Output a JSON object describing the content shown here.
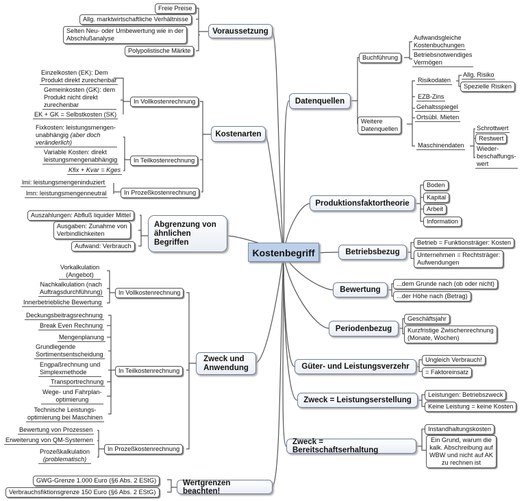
{
  "center": "Kostenbegriff",
  "left": {
    "voraussetzung": {
      "title": "Voraussetzung",
      "items": [
        "Freie Preise",
        "Allg. marktwirtschaftliche Verhältnisse",
        "Selten Neu- oder Umbewertung wie in der",
        "Abschlußanalyse",
        "Polypolistische Märkte"
      ]
    },
    "kostenarten": {
      "title": "Kostenarten",
      "vollkosten": {
        "label": "In Vollkostenrechnung",
        "ek1": "Einzelkosten (EK): Dem",
        "ek2": "Produkt direkt zurechenbar",
        "gk1": "Gemeinkosten (GK): dem",
        "gk2": "Produkt nicht direkt",
        "gk3": "zurechenbar",
        "sum": "EK + GK = Selbstkosten (SK)"
      },
      "teilkosten": {
        "label": "In Teilkostenrechnung",
        "fix1": "Fixkosten: leistungsmengen-",
        "fix2": "unabhängig",
        "fix2b": "(aber doch",
        "fix3": "veränderlich)",
        "var1": "Variable Kosten: direkt",
        "var2": "leistungsmengenabhängig",
        "formula": "Kfix + Kvar = Kges"
      },
      "prozess": {
        "label": "In Prozeßkostenrechnung",
        "imi": "lmi: leistungsmengeninduziert",
        "imn": "lmn: leistungsmengenneutral"
      }
    },
    "abgrenzung": {
      "title1": "Abgrenzung von",
      "title2": "ähnlichen",
      "title3": "Begriffen",
      "a1": "Auszahlungen: Abfluß liquider Mittel",
      "a2a": "Ausgaben: Zunahme von",
      "a2b": "Verbindlichkeiten",
      "a3": "Aufwand: Verbrauch"
    },
    "zweck": {
      "title1": "Zweck und",
      "title2": "Anwendung",
      "vollkosten": {
        "label": "In Vollkostenrechnung",
        "v1a": "Vorkalkulation",
        "v1b": "(Angebot)",
        "v2a": "Nachkalkulation (nach",
        "v2b": "Auftragsdurchführung)",
        "v3": "Innerbetriebliche Bewertung"
      },
      "teilkosten": {
        "label": "In Teilkostenrechnung",
        "t1": "Deckungsbeitragsrechnung",
        "t2": "Break Even Rechnung",
        "t3": "Mengenplanung",
        "t4a": "Grundlegende",
        "t4b": "Sortimentsentscheidung",
        "t5a": "Engpaßrechnung und",
        "t5b": "Simplexmethode",
        "t6": "Transportrechnung",
        "t7a": "Wege- und Fahrplan-",
        "t7b": "optimierung",
        "t8a": "Technische Leistungs-",
        "t8b": "optimierung bei Maschinen"
      },
      "prozess": {
        "label": "In Prozeßkostenrechnung",
        "p1": "Bewertung von Prozessen",
        "p2": "Erweiterung von QM-Systemen",
        "p3a": "Prozeßkalkulation",
        "p3b": "(problematisch)"
      }
    },
    "wertgrenzen": {
      "title": "Wertgrenzen beachten!",
      "w1": "GWG-Grenze 1.000 Euro (§6 Abs. 2 EStG)",
      "w2": "Verbrauchsfiktionsgrenze 150 Euro (§6 Abs. 2 EStG)"
    }
  },
  "right": {
    "datenquellen": {
      "title": "Datenquellen",
      "buchfuehrung": {
        "label": "Buchführung",
        "b1a": "Aufwandsgleiche",
        "b1b": "Kostenbuchungen",
        "b2a": "Betriebsnotwendiges",
        "b2b": "Vermögen"
      },
      "weitere": {
        "label1": "Weitere",
        "label2": "Datenquellen",
        "risiko": "Risikodaten",
        "allg": "Allg. Risiko",
        "spez": "Spezielle Risiken",
        "ezb": "EZB-Zins",
        "gehalt": "Gehaltsspiegel",
        "miete": "Ortsübl. Mieten",
        "maschine": "Maschinendaten",
        "schrott": "Schrottwert",
        "rest": "Restwert",
        "wieder1": "Wieder-",
        "wieder2": "beschaffungs-",
        "wieder3": "wert"
      }
    },
    "produktion": {
      "title": "Produktionsfaktortheorie",
      "items": [
        "Boden",
        "Kapital",
        "Arbeit",
        "Information"
      ]
    },
    "betriebsbezug": {
      "title": "Betriebsbezug",
      "b1": "Betrieb = Funktionsträger: Kosten",
      "b2a": "Unternehmen = Rechtsträger:",
      "b2b": "Aufwendungen"
    },
    "bewertung": {
      "title": "Bewertung",
      "b1": "...dem Grunde nach (ob oder nicht)",
      "b2": "...der Höhe nach (Betrag)"
    },
    "periodenbezug": {
      "title": "Periodenbezug",
      "p1": "Geschäftsjahr",
      "p2a": "Kurzfristige Zwischenrechnung",
      "p2b": "(Monate, Wochen)"
    },
    "gueter": {
      "title": "Güter- und Leistungsverzehr",
      "g1": "Ungleich Verbrauch!",
      "g2": "= Faktoreinsatz"
    },
    "leistung": {
      "title": "Zweck = Leistungserstellung",
      "l1": "Leistungen: Betriebszweck",
      "l2": "Keine Leistung = keine Kosten"
    },
    "bereitschaft": {
      "title": "Zweck = Bereitschaftserhaltung",
      "b1": "Instandhaltungskosten",
      "b2a": "Ein Grund, warum die",
      "b2b": "kalk. Abschreibung auf",
      "b2c": "WBW und nicht auf AK",
      "b2d": "zu rechnen ist"
    }
  }
}
